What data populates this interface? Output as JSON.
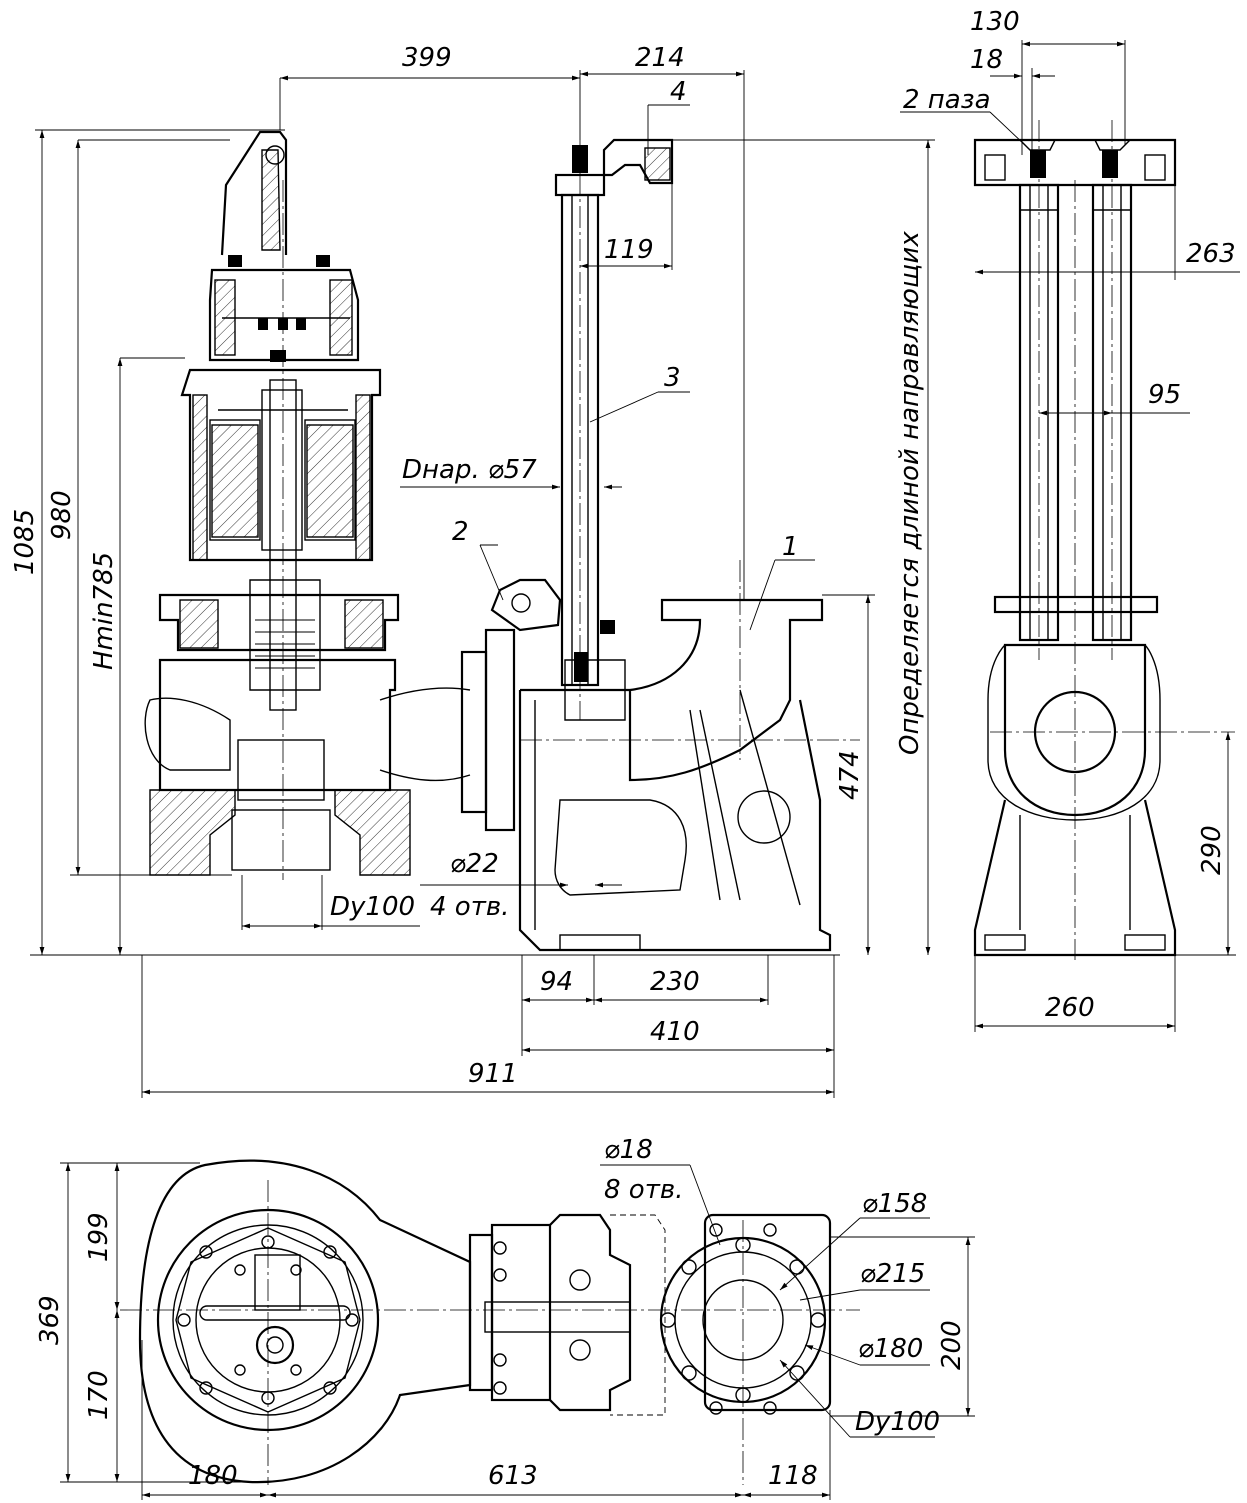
{
  "front_view": {
    "dims": {
      "d399": "399",
      "d214": "214",
      "d119": "119",
      "d1085": "1085",
      "d980": "980",
      "hmin": "Hmin785",
      "d474": "474",
      "d94": "94",
      "d230": "230",
      "d410": "410",
      "d911": "911",
      "dy100": "Dy100",
      "dnar": "Dнар. ⌀57",
      "phi22": "⌀22",
      "holes4": "4 отв."
    },
    "callouts": [
      "1",
      "2",
      "3",
      "4"
    ],
    "guide_note": "Определяется длиной направляющих"
  },
  "side_view": {
    "dims": {
      "d130": "130",
      "d18": "18",
      "slots": "2 паза",
      "d263": "263",
      "d95": "95",
      "d290": "290",
      "d260": "260"
    }
  },
  "plan_view": {
    "dims": {
      "phi18": "⌀18",
      "holes8": "8 отв.",
      "phi158": "⌀158",
      "phi215": "⌀215",
      "phi180": "⌀180",
      "dy100": "Dy100",
      "d200": "200",
      "d369": "369",
      "d199": "199",
      "d170": "170",
      "d180": "180",
      "d613": "613",
      "d118": "118"
    }
  }
}
